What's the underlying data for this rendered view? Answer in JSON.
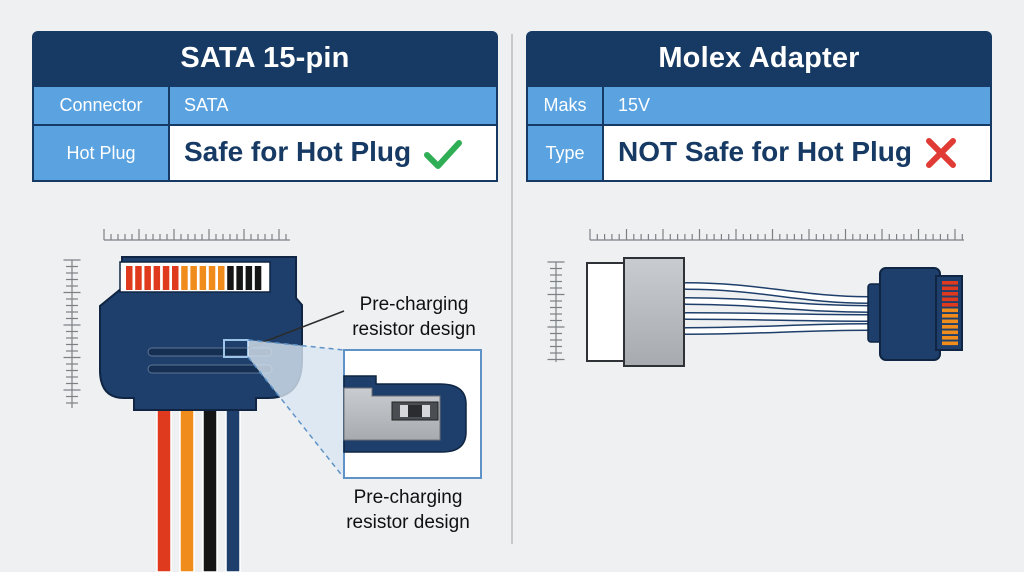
{
  "left_panel": {
    "title": "SATA 15-pin",
    "rows": [
      {
        "key": "Connector",
        "value": "SATA"
      },
      {
        "key": "Hot Plug",
        "value": "Safe for Hot Plug"
      }
    ],
    "status_icon": "check-icon",
    "status_color": "#2fae55",
    "callout_label": "Pre-charging\nresistor design",
    "zoom_label": "Pre-charging\nresistor design"
  },
  "right_panel": {
    "title": "Molex Adapter",
    "rows": [
      {
        "key": "Maks",
        "value": "15V"
      },
      {
        "key": "Type",
        "value": "NOT Safe for Hot Plug"
      }
    ],
    "status_icon": "cross-icon",
    "status_color": "#e03b34"
  },
  "colors": {
    "header": "#163a63",
    "table_blue": "#5aa3e0",
    "connector_navy": "#1e3f6b",
    "wire_red": "#e03a1e",
    "wire_orange": "#f08c1c",
    "wire_black": "#151515",
    "wire_navy": "#1e3f6b"
  }
}
